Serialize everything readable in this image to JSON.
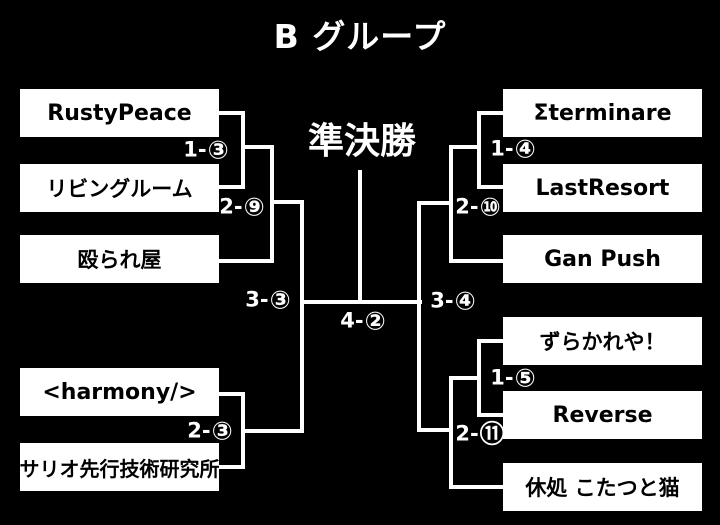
{
  "title": "B グループ",
  "round_title": "準決勝",
  "colors": {
    "background": "#000000",
    "box_fill": "#ffffff",
    "box_text": "#000000",
    "line": "#ffffff",
    "label_text": "#ffffff"
  },
  "teams": {
    "left": [
      "RustyPeace",
      "リビングルーム",
      "殴られ屋",
      "<harmony/>",
      "サリオ先行技術研究所"
    ],
    "right": [
      "Σterminare",
      "LastResort",
      "Gan Push",
      "ずらかれや！",
      "Reverse",
      "休処 こたつと猫"
    ]
  },
  "match_labels": {
    "left": [
      {
        "pre": "1-",
        "num": "③"
      },
      {
        "pre": "2-",
        "num": "⑨"
      },
      {
        "pre": "3-",
        "num": "③"
      },
      {
        "pre": "2-",
        "num": "③"
      }
    ],
    "right": [
      {
        "pre": "1-",
        "num": "④"
      },
      {
        "pre": "2-",
        "num": "⑩"
      },
      {
        "pre": "3-",
        "num": "④"
      },
      {
        "pre": "1-",
        "num": "⑤"
      },
      {
        "pre": "2-",
        "num": "⑪"
      }
    ],
    "final": {
      "pre": "4-",
      "num": "②"
    }
  }
}
